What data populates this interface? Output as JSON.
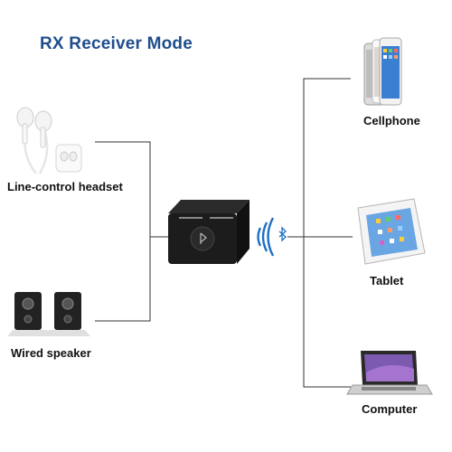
{
  "title": "RX Receiver Mode",
  "devices": {
    "headset": "Line-control headset",
    "speaker": "Wired speaker",
    "cellphone": "Cellphone",
    "tablet": "Tablet",
    "computer": "Computer"
  },
  "colors": {
    "title": "#1f4e8c",
    "bluetooth": "#1e6fc4",
    "line": "#333333",
    "device_body": "#1c1c1c"
  },
  "icons": [
    "earphones-icon",
    "speaker-icon",
    "receiver-device-icon",
    "bluetooth-icon",
    "smartphone-icon",
    "tablet-icon",
    "laptop-icon"
  ]
}
